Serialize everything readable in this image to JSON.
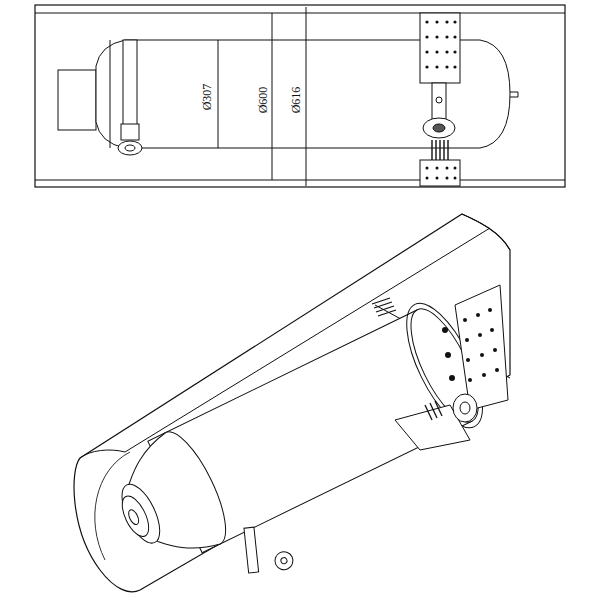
{
  "diagram": {
    "labels": [
      "Ø307",
      "Ø600",
      "Ø616"
    ]
  }
}
